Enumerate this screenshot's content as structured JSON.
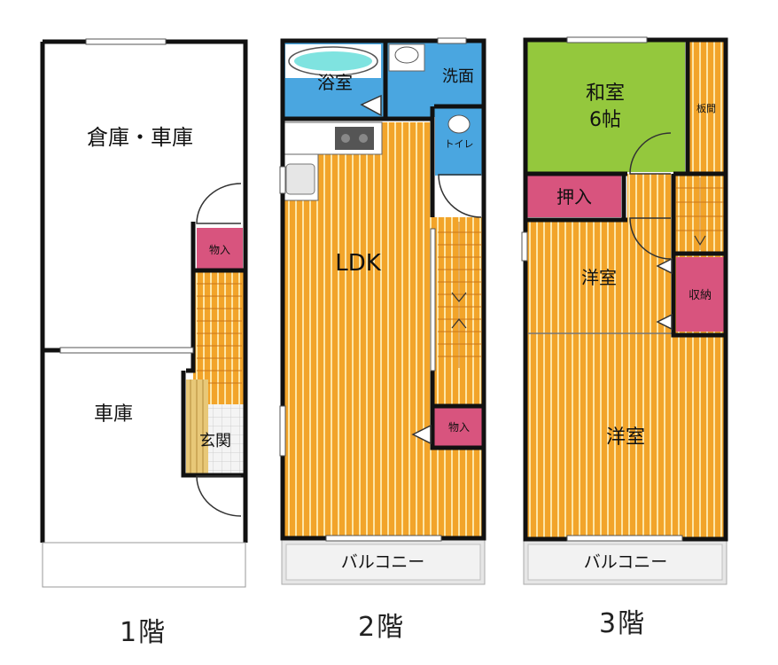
{
  "floors": [
    {
      "label": "1階",
      "rooms": {
        "storage_garage": "倉庫・車庫",
        "garage": "車庫",
        "closet": "物入",
        "entrance": "玄関"
      }
    },
    {
      "label": "2階",
      "rooms": {
        "bath": "浴室",
        "washroom": "洗面",
        "toilet": "トイレ",
        "ldk": "LDK",
        "closet": "物入",
        "balcony": "バルコニー"
      }
    },
    {
      "label": "3階",
      "rooms": {
        "japanese_room": "和室",
        "japanese_room_size": "6帖",
        "wood_floor": "板間",
        "oshiire": "押入",
        "western_room_1": "洋室",
        "storage": "収納",
        "western_room_2": "洋室",
        "balcony": "バルコニー"
      }
    }
  ],
  "colors": {
    "wall": "#111111",
    "wood_floor": "#f2a42a",
    "wood_stripe": "#fde6a8",
    "bath_blue": "#4aa6e0",
    "tatami_green": "#94c83d",
    "closet_pink": "#d8547e",
    "balcony_gray": "#e6e6e6"
  }
}
